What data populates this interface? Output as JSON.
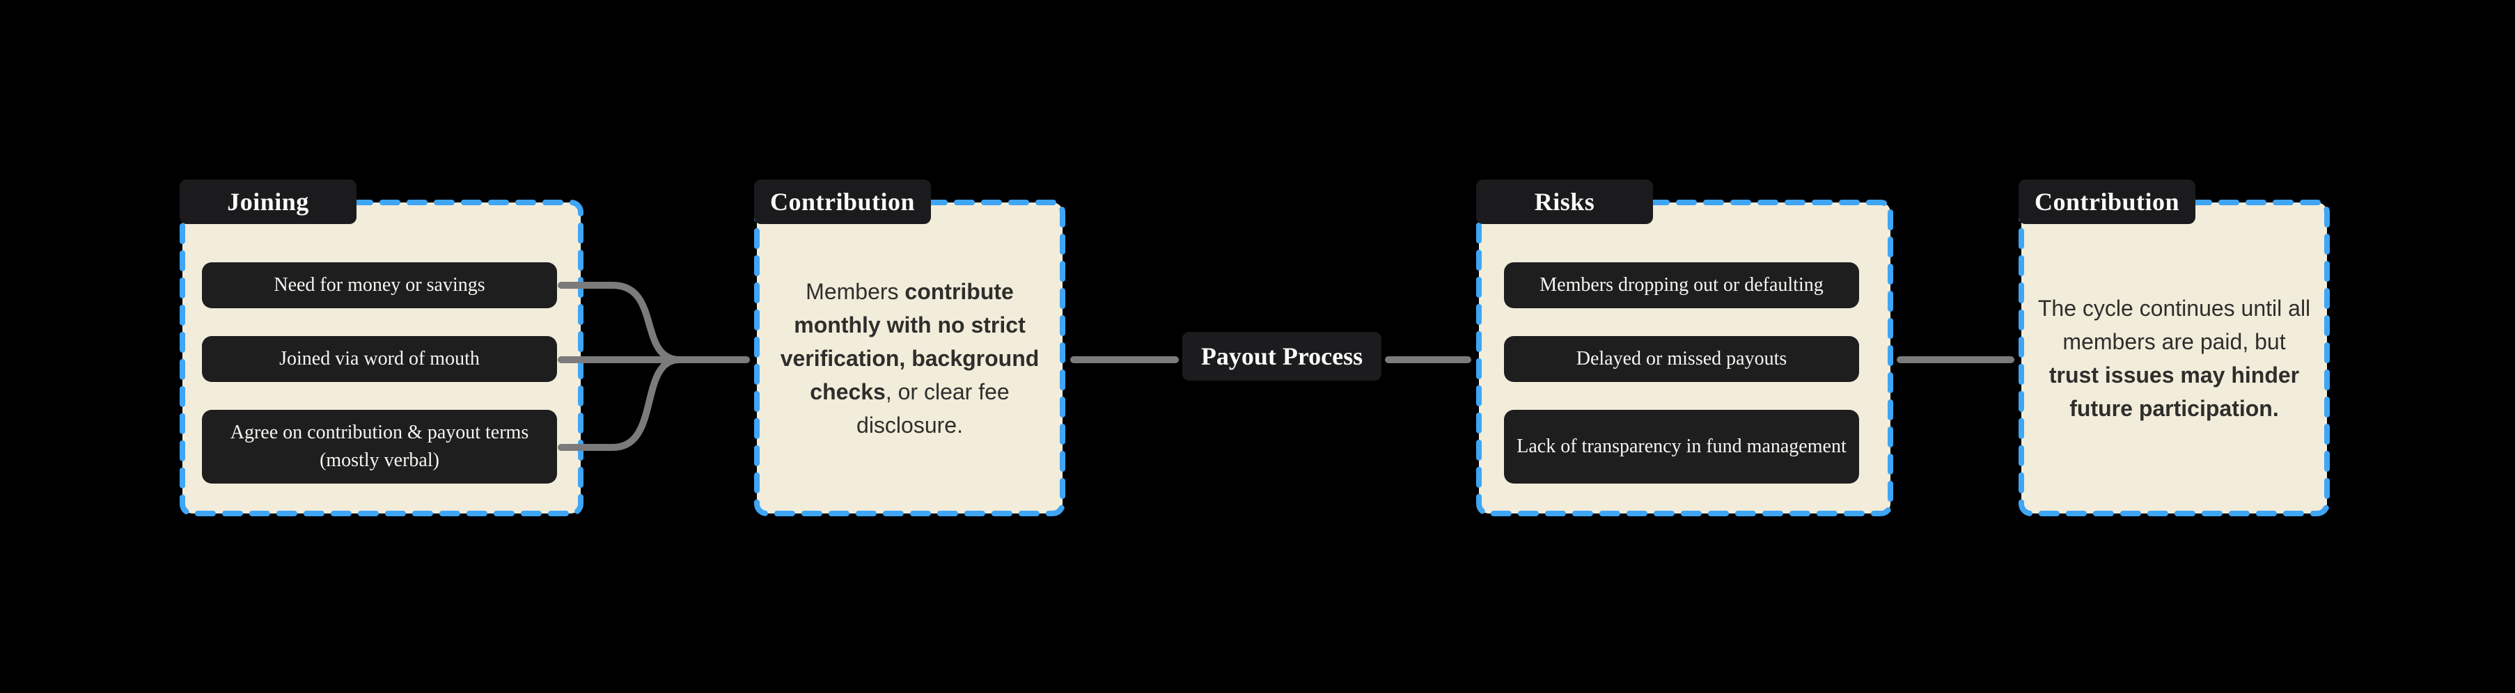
{
  "diagram": {
    "colors": {
      "background": "#000000",
      "group_fill": "#f2ecda",
      "group_border_blue": "#3fa5f5",
      "node_fill": "#1e1e1f",
      "node_text": "#f6f5f0",
      "label_fill": "#1b1b1d",
      "label_text": "#fafaf7",
      "connector_gray": "#7b7b7b",
      "body_text": "#2e2e2c"
    },
    "groups": [
      {
        "id": "joining",
        "label": "Joining",
        "items": [
          "Need for money or savings",
          "Joined via word of mouth",
          "Agree on contribution & payout terms (mostly verbal)"
        ]
      },
      {
        "id": "contribution-1",
        "label": "Contribution",
        "body": [
          {
            "text": "Members ",
            "bold": false
          },
          {
            "text": "contribute monthly with no strict verification, background checks",
            "bold": true
          },
          {
            "text": ", or clear fee disclosure.",
            "bold": false
          }
        ]
      },
      {
        "id": "risks",
        "label": "Risks",
        "items": [
          "Members dropping out or defaulting",
          "Delayed or missed payouts",
          "Lack of transparency in fund management"
        ]
      },
      {
        "id": "contribution-2",
        "label": "Contribution",
        "body": [
          {
            "text": "The cycle continues until all members are paid, but ",
            "bold": false
          },
          {
            "text": "trust issues may hinder future participation.",
            "bold": true
          }
        ]
      }
    ],
    "standalone_node": {
      "label": "Payout Process"
    }
  }
}
